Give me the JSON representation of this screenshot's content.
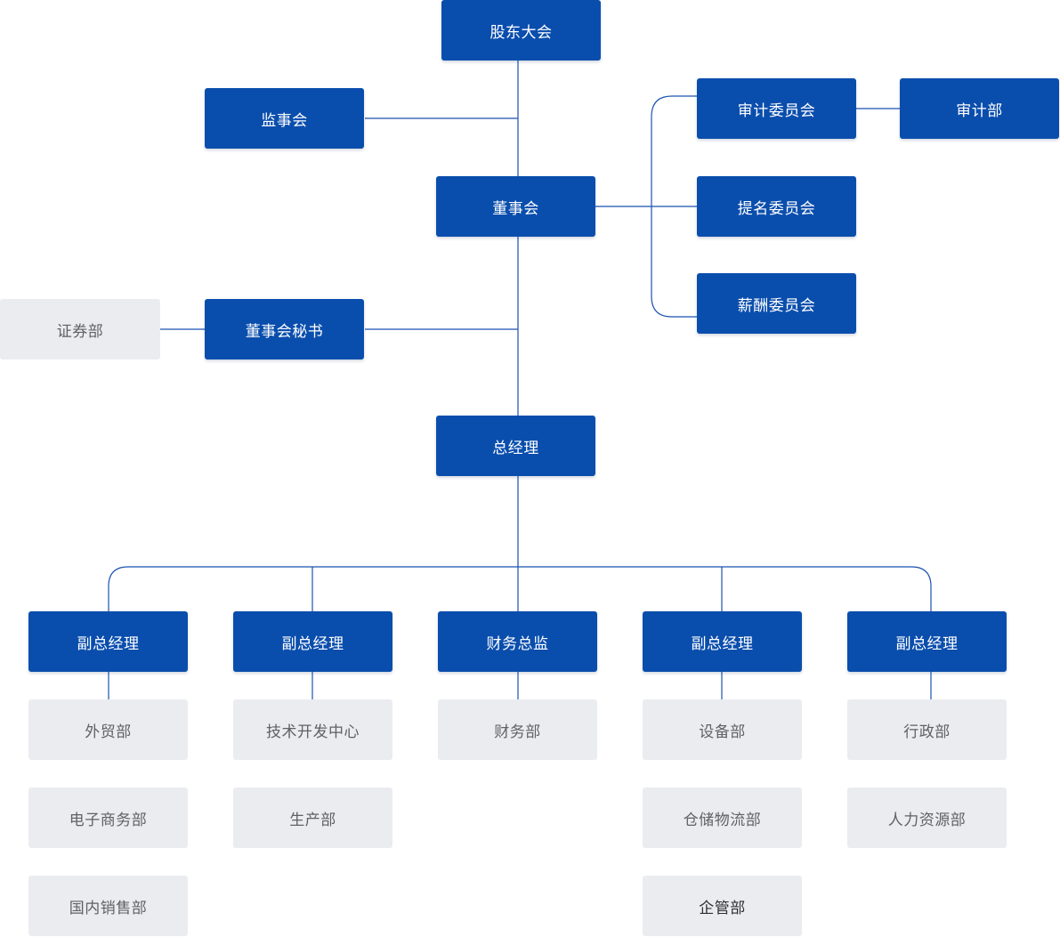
{
  "nodes": {
    "shareholders": "股东大会",
    "supervisors": "监事会",
    "board": "董事会",
    "audit_committee": "审计委员会",
    "audit_dept": "审计部",
    "nomination_committee": "提名委员会",
    "compensation_committee": "薪酬委员会",
    "board_secretary": "董事会秘书",
    "securities_dept": "证券部",
    "general_manager": "总经理",
    "vp1": "副总经理",
    "vp2": "副总经理",
    "cfo": "财务总监",
    "vp3": "副总经理",
    "vp4": "副总经理",
    "foreign_trade": "外贸部",
    "ecommerce": "电子商务部",
    "domestic_sales": "国内销售部",
    "tech_center": "技术开发中心",
    "production": "生产部",
    "finance": "财务部",
    "equipment": "设备部",
    "logistics": "仓储物流部",
    "enterprise_mgmt": "企管部",
    "admin": "行政部",
    "hr": "人力资源部"
  },
  "colors": {
    "primary": "#0a4ead",
    "secondary_bg": "#ebecef",
    "line": "#1a52b0"
  }
}
